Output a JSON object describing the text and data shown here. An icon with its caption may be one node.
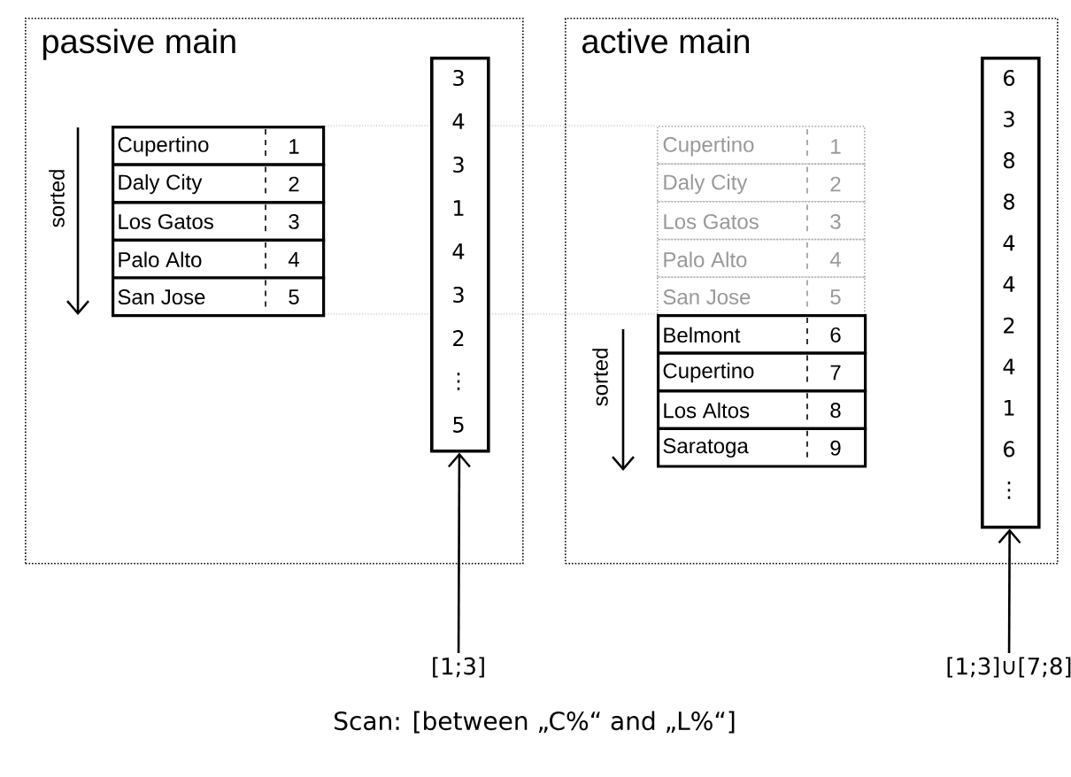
{
  "diagram": {
    "caption": "Scan: [between „C%“ and „L%“]",
    "nodes": [
      {
        "text": [
          "passive main"
        ]
      },
      {
        "text": [
          "Cupertino",
          "1"
        ],
        "in": 0
      },
      {
        "text": [
          "Daly City",
          "2"
        ],
        "in": 0
      },
      {
        "text": [
          "Los Gatos",
          "3"
        ],
        "in": 0
      },
      {
        "text": [
          "Palo Alto",
          "4"
        ],
        "in": 0
      },
      {
        "text": [
          "San Jose",
          "5"
        ],
        "in": 0
      },
      {
        "text": [
          "3",
          "4",
          "3",
          "1",
          "4",
          "3",
          "2",
          "⋮",
          "5"
        ],
        "in": 0
      },
      {
        "text": [
          "active main"
        ]
      },
      {
        "text": [
          "Cupertino",
          "1"
        ],
        "in": 7
      },
      {
        "text": [
          "Daly City",
          "2"
        ],
        "in": 7
      },
      {
        "text": [
          "Los Gatos",
          "3"
        ],
        "in": 7
      },
      {
        "text": [
          "Palo Alto",
          "4"
        ],
        "in": 7
      },
      {
        "text": [
          "San Jose",
          "5"
        ],
        "in": 7
      },
      {
        "text": [
          "Belmont",
          "6"
        ],
        "in": 7
      },
      {
        "text": [
          "Cupertino",
          "7"
        ],
        "in": 7
      },
      {
        "text": [
          "Los Altos",
          "8"
        ],
        "in": 7
      },
      {
        "text": [
          "Saratoga",
          "9"
        ],
        "in": 7
      },
      {
        "text": [
          "6",
          "3",
          "8",
          "8",
          "4",
          "4",
          "2",
          "4",
          "1",
          "6",
          "⋮"
        ],
        "in": 7
      },
      {
        "text": [
          "[1;3]"
        ]
      },
      {
        "text": [
          "[1;3]∪[7;8]"
        ]
      }
    ],
    "edges": [
      {
        "from": 18,
        "to": 6,
        "arrow": "to"
      },
      {
        "from": 19,
        "to": 17,
        "arrow": "to"
      }
    ],
    "labels": [
      "sorted",
      "sorted"
    ]
  }
}
